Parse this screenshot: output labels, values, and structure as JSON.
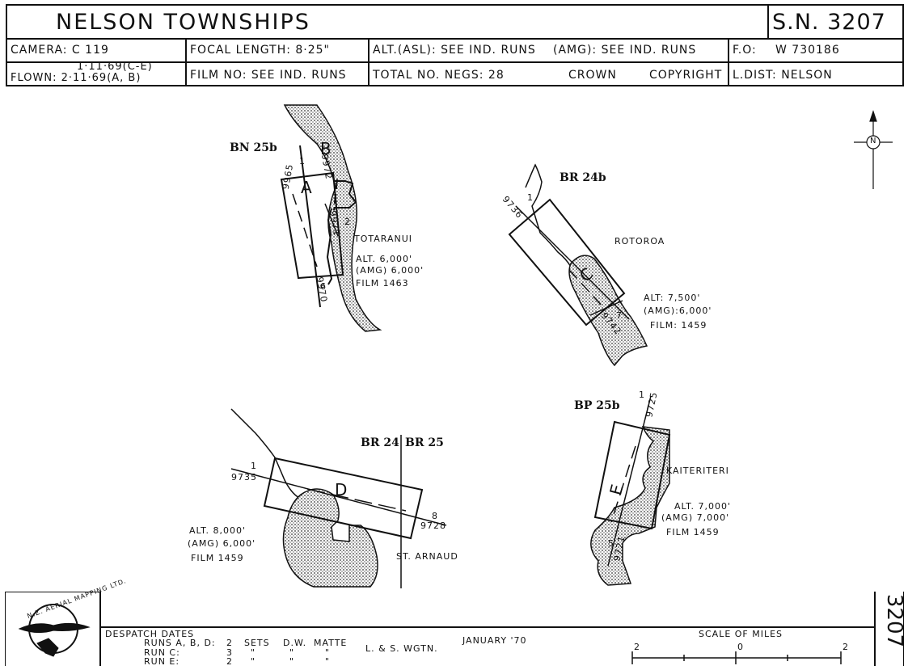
{
  "header": {
    "title": "NELSON  TOWNSHIPS",
    "sn": "S.N. 3207",
    "camera": "CAMERA: C 119",
    "focal_length": "FOCAL  LENGTH: 8·25\"",
    "alt_asl": "ALT.(ASL): SEE  IND. RUNS",
    "amg": "(AMG): SEE  IND.  RUNS",
    "fo_label": "F.O:",
    "fo_value": "W 730186",
    "flown_line1": "1·11·69(C-E)",
    "flown_line2": "FLOWN: 2·11·69(A, B)",
    "film_no": "FILM  NO: SEE  IND. RUNS",
    "total_negs": "TOTAL  NO.  NEGS:  28",
    "crown": "CROWN",
    "copyright": "COPYRIGHT",
    "l_dist": "L.DIST:  NELSON"
  },
  "north_label": "N",
  "plots": {
    "bn25b": {
      "sheet": "BN 25b",
      "run_a": "A",
      "run_b": "B",
      "num_9965": "9965",
      "num_9972": "9972",
      "num_9971": "9971",
      "num_9970": "9970",
      "n1": "1",
      "n2": "2",
      "n6": "6",
      "place": "TOTARANUI",
      "alt": "ALT. 6,000'",
      "amg": "(AMG) 6,000'",
      "film": "FILM  1463"
    },
    "br24b": {
      "sheet": "BR 24b",
      "run": "C",
      "num_9736": "9736",
      "num_9742": "9742",
      "n1": "1",
      "n7": "7",
      "place": "ROTOROA",
      "alt": "ALT: 7,500'",
      "amg": "(AMG):6,000'",
      "film": "FILM: 1459"
    },
    "br24_25": {
      "sheet_left": "BR 24",
      "sheet_right": "BR 25",
      "run": "D",
      "num_9735": "9735",
      "num_9728": "9728",
      "n1": "1",
      "n8": "8",
      "place": "ST. ARNAUD",
      "alt": "ALT. 8,000'",
      "amg": "(AMG) 6,000'",
      "film": "FILM  1459"
    },
    "bp25b": {
      "sheet": "BP 25b",
      "run": "E",
      "num_9725": "9725",
      "num_9721": "9721",
      "n1": "1",
      "n5": "5",
      "place": "KAITERITERI",
      "alt": "ALT. 7,000'",
      "amg": "(AMG) 7,000'",
      "film": "FILM  1459"
    }
  },
  "footer": {
    "logo_text": "N.Z. AERIAL MAPPING LTD.",
    "despatch": "DESPATCH  DATES",
    "row1_label": "RUNS  A, B, D:",
    "row1_vals": [
      "2",
      "SETS",
      "D.W.",
      "MATTE"
    ],
    "row2_label": "RUN   C:",
    "row2_vals": [
      "3",
      "\"",
      "\"",
      "\""
    ],
    "row3_label": "RUN   E:",
    "row3_vals": [
      "2",
      "\"",
      "\"",
      "\""
    ],
    "date": "JANUARY  '70",
    "agency": "L. & S.  WGTN.",
    "scale_title": "SCALE  OF  MILES",
    "scale_ticks": [
      "2",
      "0",
      "2"
    ],
    "side_number": "3207"
  }
}
